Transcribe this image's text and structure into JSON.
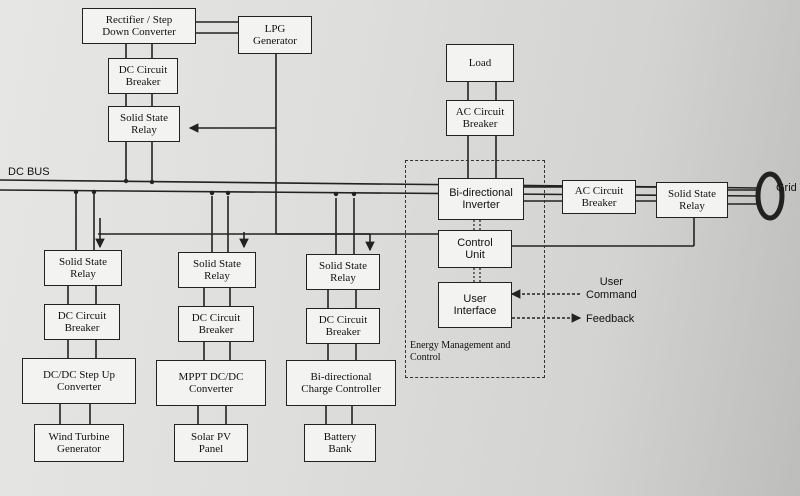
{
  "blocks": {
    "rectifier": "Rectifier / Step\nDown Converter",
    "lpg": "LPG\nGenerator",
    "dccb_top": "DC Circuit\nBreaker",
    "ssr_top": "Solid State\nRelay",
    "load": "Load",
    "accb_load": "AC Circuit\nBreaker",
    "bidir_inverter": "Bi-directional\nInverter",
    "accb_grid": "AC Circuit\nBreaker",
    "ssr_grid": "Solid State\nRelay",
    "control_unit": "Control\nUnit",
    "user_interface": "User\nInterface",
    "ssr1": "Solid State\nRelay",
    "ssr2": "Solid State\nRelay",
    "ssr3": "Solid State\nRelay",
    "dccb1": "DC Circuit\nBreaker",
    "dccb2": "DC Circuit\nBreaker",
    "dccb3": "DC Circuit\nBreaker",
    "dcdc_stepup": "DC/DC Step Up\nConverter",
    "mppt": "MPPT DC/DC\nConverter",
    "charge_controller": "Bi-directional\nCharge Controller",
    "wind": "Wind Turbine\nGenerator",
    "solar": "Solar PV\nPanel",
    "battery": "Battery\nBank"
  },
  "labels": {
    "dc_bus": "DC BUS",
    "grid": "Grid",
    "user_command": "User\nCommand",
    "feedback": "Feedback",
    "ems": "Energy Management and\nControl"
  }
}
